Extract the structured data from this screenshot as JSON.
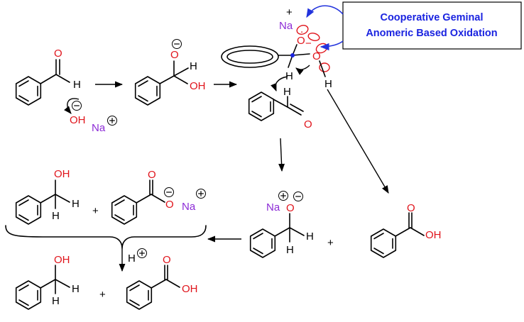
{
  "annotation": {
    "line1": "Cooperative Geminal",
    "line2": "Anomeric Based Oxidation"
  },
  "atoms": {
    "O": "O",
    "H": "H",
    "OH": "OH",
    "Na": "Na",
    "plus": "+",
    "minus": "−"
  },
  "colors": {
    "oxygen": "#e0141b",
    "sodium": "#8c2bd6",
    "note": "#1a23e0"
  }
}
